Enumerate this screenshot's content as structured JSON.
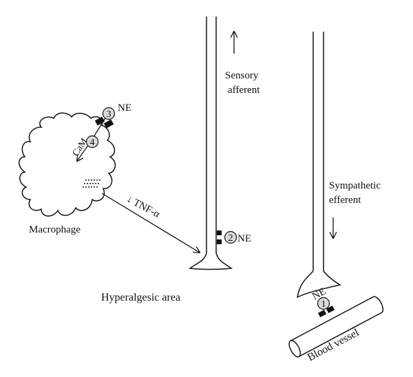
{
  "labels": {
    "ne_top": "NE",
    "cam": "CaM",
    "macrophage": "Macrophage",
    "tnf": "↓ TNF-α",
    "sensory_line1": "Sensory",
    "sensory_line2": "afferent",
    "ne_sensory": "NE",
    "sympathetic_line1": "Sympathetic",
    "sympathetic_line2": "efferent",
    "hyperalgesic": "Hyperalgesic area",
    "ne_vessel": "NE",
    "blood_vessel": "Blood vessel"
  },
  "markers": {
    "m1": "1",
    "m2": "2",
    "m3": "3",
    "m4": "4"
  },
  "colors": {
    "stroke": "#111111",
    "marker_fill": "#d9d9d9",
    "receptor_fill": "#111111"
  }
}
